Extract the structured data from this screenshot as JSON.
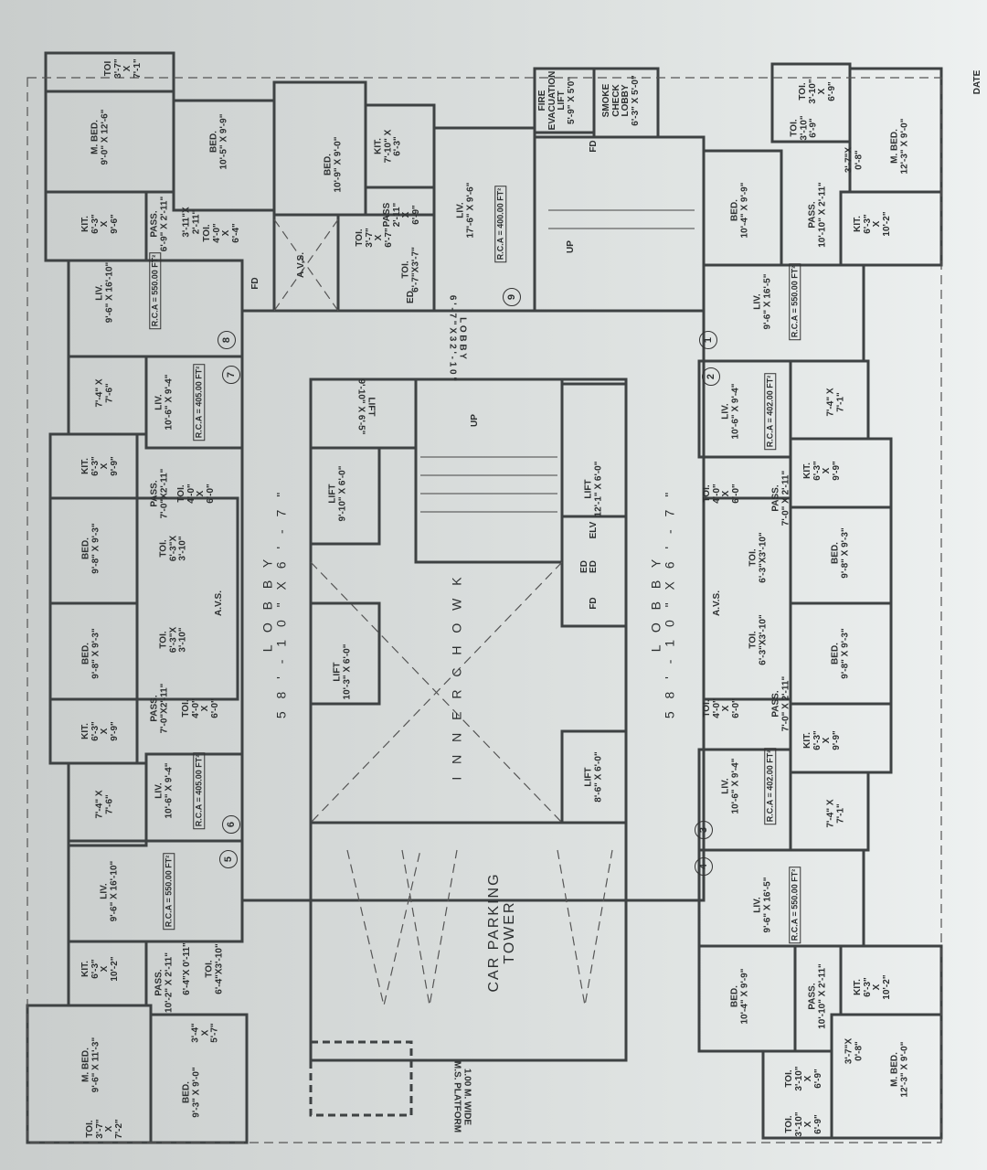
{
  "labels": [
    "TOI\n3'-7\"\nX\n7'-1\"",
    "M. BED.\n9'-0\" X 12'-6\"",
    "BED.\n10'-5\" X 9'-9\"",
    "KIT.\n6'-3\"\nX\n9'-6\"",
    "PASS.\n6'-9\" X 2'-11\"",
    "3'-11\"X\n2'-11\"",
    "TOI.\n4'-0\"\nX\n6'-4\"",
    "LIV.\n9'-6\" X 16'-10\"",
    "7'-4\" X\n7'-6\"",
    "LIV.\n10'-6\" X 9'-4\"",
    "KIT.\n6'-3\"\nX\n9'-9\"",
    "PASS.\n7'-0\"X2'-11\"",
    "TOI.\n4'-0\"\nX\n6'-0\"",
    "BED.\n9'-8\" X 9'-3\"",
    "TOI.\n6'-3\"X\n3'-10\"",
    "A.V.S.",
    "BED.\n9'-8\" X 9'-3\"",
    "TOI.\n6'-3\"X\n3'-10\"",
    "PASS.\n7'-0\"X2'-11\"",
    "TOI.\n4'-0\"\nX\n6'-0\"",
    "KIT.\n6'-3\"\nX\n9'-9\"",
    "7'-4\" X\n7'-6\"",
    "LIV.\n10'-6\" X 9'-4\"",
    "LIV.\n9'-6\" X 16'-10\"",
    "KIT.\n6'-3\"\nX\n10'-2\"",
    "PASS.\n10'-2\" X 2'-11\"",
    "6'-4\"X 0'-11\"",
    "TOI.\n6'-4\"X3'-10\"",
    "3'-4\"\nX\n5'-7\"",
    "M. BED.\n9'-6\" X 11'-3\"",
    "BED.\n9'-3\" X 9'-0\"",
    "TOI.\n3'-7\"\nX\n7'-2\"",
    "BED.\n10'-9\" X 9'-0\"",
    "KIT.\n7'-10\" X\n6'-3\"",
    "PASS\n2'-11\"\nX\n6'-9\"",
    "A.V.S.",
    "TOI.\n3'-7\"\nX\n6'-7\"",
    "TOI.\n6'-7\"X3'-7\"",
    "LIV.\n17'-6\" X 9'-6\"",
    "FIRE\nEVACUATION\nLIFT\n5'-9\" X 5'0\"",
    "SMOKE\nCHECK\nLOBBY\n6'-3\" X 5'-0\"",
    "UP",
    "LIFT\n9'-10\" X 6'-0\"",
    "LIFT\n12'-1\" X 6'-0\"",
    "UP",
    "ELV",
    "ED",
    "FD",
    "LIFT\n10'-3\" X 6'-0\"",
    "LIFT\n8'-6\" X 6'-0\"",
    "TOI.\n3'-10\"\nX\n6'-9\"",
    "TOI.\n3'-10\"\n6'-9\"",
    "3'-7\"X\n0'-8\"",
    "M. BED.\n12'-3\" X 9'-0\"",
    "BED.\n10'-4\" X 9'-9\"",
    "PASS.\n10'-10\" X 2'-11\"",
    "KIT.\n6'-3\"\nX\n10'-2\"",
    "LIV.\n9'-6\" X 16'-5\"",
    "LIV.\n10'-6\" X 9'-4\"",
    "7'-4\" X\n7'-1\"",
    "TOI.\n4'-0\"\nX\n6'-0\"",
    "PASS.\n7'-0\" X 2'-11\"",
    "KIT.\n6'-3\"\nX\n9'-9\"",
    "TOI.\n6'-3\"X3'-10\"",
    "BED.\n9'-8\" X 9'-3\"",
    "A.V.S.",
    "TOI.\n6'-3\"X3'-10\"",
    "BED.\n9'-8\" X 9'-3\"",
    "TOI.\n4'-0\"\nX\n6'-0\"",
    "PASS.\n7'-0\" X 2'-11\"",
    "KIT.\n6'-3\"\nX\n9'-9\"",
    "LIV.\n10'-6\" X 9'-4\"",
    "7'-4\" X\n7'-1\"",
    "LIV.\n9'-6\" X 16'-5\"",
    "BED.\n10'-4\" X 9'-9\"",
    "PASS.\n10'-10\" X 2'-11\"",
    "KIT.\n6'-3\"\nX\n10'-2\"",
    "3'-7\"X\n0'-8\"",
    "M. BED.\n12'-3\" X 9'-0\"",
    "TOI.\n3'-10\"\nX\n6'-9\"",
    "TOI.\n3'-10\"\nX\n6'-9\"",
    "FD",
    "ED",
    "FD",
    "ED",
    "DATE"
  ],
  "rca": [
    "R.C.A = 550.00 FT²",
    "R.C.A = 405.00 FT²",
    "R.C.A = 405.00 FT²",
    "R.C.A = 550.00 FT²",
    "R.C.A = 400.00 FT²",
    "R.C.A = 550.00 FT²",
    "R.C.A = 402.00 FT²",
    "R.C.A = 402.00 FT²",
    "R.C.A = 550.00 FT²"
  ],
  "flats": [
    "8",
    "7",
    "6",
    "5",
    "9",
    "1",
    "2",
    "3",
    "4"
  ],
  "big": [
    "L O B B Y\n5 8 ' - 1 0 \"  X  6 ' - 7 \"",
    "L O B B Y\n5 8 ' - 1 0 \"  X  6 ' - 7 \"",
    "I N N E R  C H O W K"
  ],
  "flipped": [
    "L O B B Y\n6 ' - 7 \"  X  3 2 ' - 1 0 \"",
    "LIFT\n9'-10\" X 6'-5\"",
    "1.00 M. WIDE\nM.S. PLATFORM"
  ],
  "parking": "CAR PARKING\nTOWER"
}
